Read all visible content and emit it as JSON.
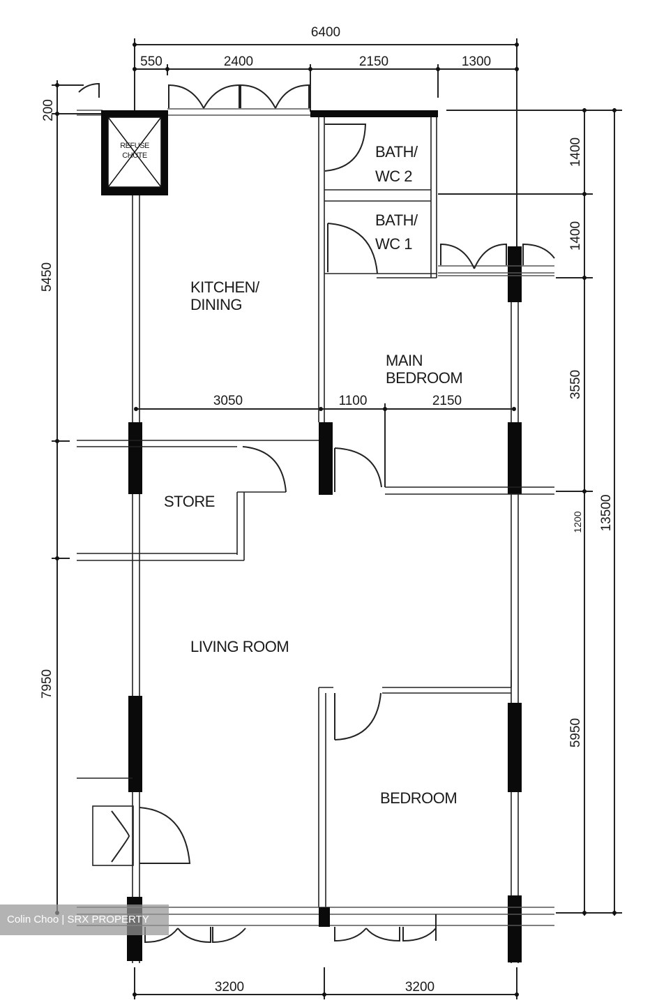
{
  "floor_plan": {
    "rooms": [
      {
        "id": "refuse_chute",
        "label_line1": "REFUSE",
        "label_line2": "CHUTE"
      },
      {
        "id": "kitchen_dining",
        "label_line1": "KITCHEN/",
        "label_line2": "DINING"
      },
      {
        "id": "bath_wc_2",
        "label_line1": "BATH/",
        "label_line2": "WC 2"
      },
      {
        "id": "bath_wc_1",
        "label_line1": "BATH/",
        "label_line2": "WC 1"
      },
      {
        "id": "main_bedroom",
        "label_line1": "MAIN",
        "label_line2": "BEDROOM"
      },
      {
        "id": "store",
        "label_line1": "STORE"
      },
      {
        "id": "living_room",
        "label_line1": "LIVING ROOM"
      },
      {
        "id": "bedroom",
        "label_line1": "BEDROOM"
      }
    ],
    "dimensions": {
      "top_overall": "6400",
      "top_segments": [
        "550",
        "2400",
        "2150",
        "1300"
      ],
      "left_segments": [
        "200",
        "5450",
        "7950"
      ],
      "right_segments": [
        "1400",
        "1400",
        "3550",
        "1200",
        "5950"
      ],
      "right_overall": "13500",
      "middle_segments": [
        "3050",
        "1100",
        "2150"
      ],
      "bottom_segments": [
        "3200",
        "3200"
      ]
    }
  },
  "watermark": {
    "text": "Colin Choo | SRX PROPERTY"
  }
}
